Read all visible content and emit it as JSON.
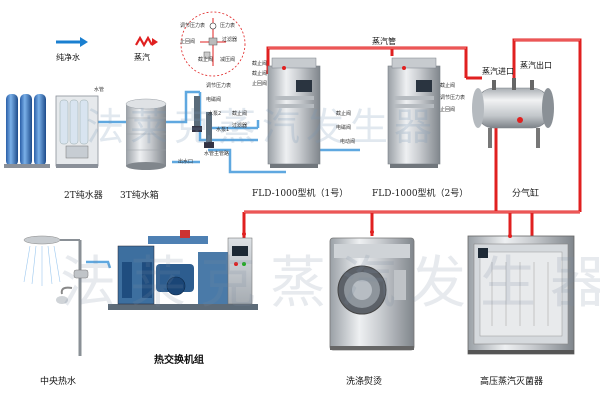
{
  "legend": {
    "pure_water": "纯净水",
    "steam": "蒸汽"
  },
  "gauge_labels": [
    "调节压力表",
    "压力表",
    "止回阀",
    "过滤器",
    "截止阀",
    "减压阀"
  ],
  "pipes": {
    "steam_pipe": "蒸汽管",
    "steam_inlet": "蒸汽进口",
    "steam_outlet": "蒸汽出口",
    "water_pipe": "水管",
    "water_pump_1": "水泵1",
    "water_pump_2": "水泵2",
    "water_outlet": "出水口",
    "main_water": "水管主管路"
  },
  "small_labels": [
    "截止阀",
    "截止阀",
    "止回阀",
    "调节压力表",
    "电磁阀",
    "截止阀",
    "过滤器",
    "截止阀",
    "电磁阀",
    "电动阀",
    "截止阀",
    "调节压力表",
    "止回阀"
  ],
  "equipment": {
    "pure_water_unit": "2T纯水器",
    "water_tank": "3T纯水箱",
    "generator_1": "FLD-1000型机（1号）",
    "generator_2": "FLD-1000型机（2号）",
    "steam_header": "分气缸",
    "heat_exchanger": "热交换机组",
    "central_hot_water": "中央热水",
    "laundry": "洗涤熨烫",
    "sterilizer": "高压蒸汽灭菌器"
  },
  "watermark": {
    "top": "法莱克蒸汽发生器",
    "bottom": "法莱克蒸汽发生器"
  },
  "colors": {
    "water": "#1a7fd0",
    "steam": "#e02020",
    "pipe_water": "#5fa8e0"
  }
}
